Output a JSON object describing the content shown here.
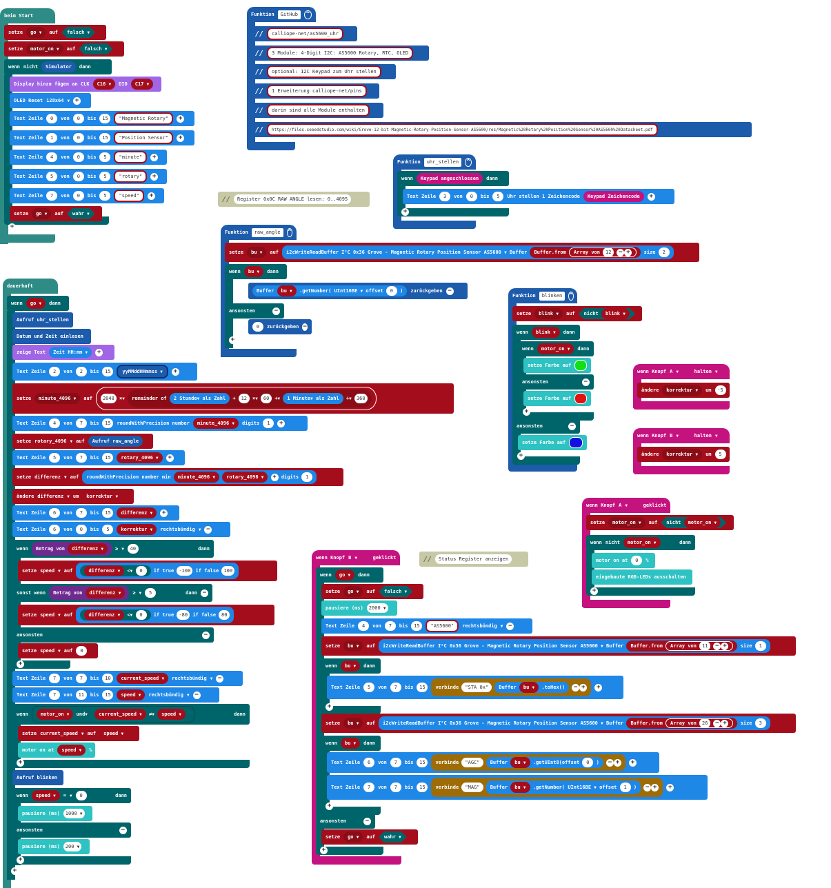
{
  "start": {
    "hat": "beim Start",
    "set_go": {
      "kw": "setze",
      "var": "go",
      "to": "auf",
      "val": "falsch"
    },
    "set_motor": {
      "kw": "setze",
      "var": "motor_on",
      "to": "auf",
      "val": "falsch"
    },
    "if_not_sim": {
      "kw": "wenn",
      "not": "nicht",
      "sim": "Simulator",
      "then": "dann"
    },
    "display": {
      "label": "Display hinzu fügen an CLK",
      "clk": "C16",
      "dio_label": "DIO",
      "dio": "C17"
    },
    "oled": {
      "label": "OLED Reset",
      "size": "128x64"
    },
    "texts": [
      {
        "row": "0",
        "from": "0",
        "to": "15",
        "text": "Magnetic Rotary"
      },
      {
        "row": "1",
        "from": "0",
        "to": "15",
        "text": "Position Sensor"
      },
      {
        "row": "4",
        "from": "0",
        "to": "5",
        "text": "minute"
      },
      {
        "row": "5",
        "from": "0",
        "to": "5",
        "text": "rotary"
      },
      {
        "row": "7",
        "from": "0",
        "to": "5",
        "text": "speed"
      }
    ],
    "set_go_true": {
      "kw": "setze",
      "var": "go",
      "to": "auf",
      "val": "wahr"
    }
  },
  "labels": {
    "text_zeile": "Text Zeile",
    "von": "von",
    "bis": "bis",
    "setze": "setze",
    "auf": "auf",
    "wenn": "wenn",
    "dann": "dann",
    "ansonsten": "ansonsten",
    "sonst_wenn": "sonst wenn",
    "rechtsbuendig": "rechtsbündig",
    "digits": "digits",
    "zurueckgeben": "zurückgeben",
    "aendere": "ändere",
    "um": "um",
    "und": "und",
    "nicht": "nicht"
  },
  "github": {
    "hat": "Funktion",
    "name": "GitHub",
    "comments": [
      "calliope-net/as5600_uhr",
      "3 Module: 4-Digit I2C: AS5600 Rotary, RTC, OLED",
      "optional: I2C Keypad zum Uhr stellen",
      "1 Erweiterung calliope-net/pins",
      "darin sind alle Module enthalten",
      "https://files.seeedstudio.com/wiki/Grove-12-bit-Magnetic-Rotary-Position-Sensor-AS5600/res/Magnetic%20Rotary%20Position%20Sensor%20AS5600%20Datasheet.pdf"
    ]
  },
  "uhr": {
    "hat": "Funktion",
    "name": "uhr_stellen",
    "cond": "Keypad angeschlossen",
    "row": "3",
    "from": "0",
    "to": "5",
    "label": "Uhr stellen 1 Zeichencode",
    "code": "Keypad Zeichencode"
  },
  "register_comment": "Register 0x0C RAW ANGLE lesen: 0..4095",
  "raw": {
    "hat": "Funktion",
    "name": "raw_angle",
    "var": "bu",
    "fn": "i2cWriteReadBuffer I²C",
    "dev": "0x36 Grove - Magnetic Rotary Position Sensor AS5600",
    "buffer": "Buffer",
    "bufferfrom": "Buffer.from",
    "array": "Array von",
    "arr_val": "12",
    "size_label": "size",
    "size": "2",
    "cond_var": "bu",
    "getnum_label": "Buffer",
    "getnum_var": "bu",
    "getnum": ".getNumber(",
    "fmt": "UInt16BE",
    "offset": "offset",
    "off": "0",
    "close": ")",
    "ret0": "0"
  },
  "blinken": {
    "hat": "Funktion",
    "name": "blinken",
    "var": "blink",
    "motor": "motor_on",
    "color_label": "setze Farbe auf",
    "green": "#12e012",
    "red": "#e01212",
    "blue": "#1212e0"
  },
  "knopf_a_halten": {
    "hat": "wenn Knopf",
    "btn": "A",
    "ev": "halten",
    "var": "korrektur",
    "val": "-5"
  },
  "knopf_b_halten": {
    "hat": "wenn Knopf",
    "btn": "B",
    "ev": "halten",
    "var": "korrektur",
    "val": "5"
  },
  "knopf_a_klick": {
    "hat": "wenn Knopf",
    "btn": "A",
    "ev": "geklickt",
    "var": "motor_on",
    "motor_label": "motor on at",
    "motor_val": "0",
    "pct": "%",
    "leds": "eingebaute RGB-LEDs ausschalten"
  },
  "status_comment": "Status Register anzeigen",
  "knopf_b_klick": {
    "hat": "wenn Knopf",
    "btn": "B",
    "ev": "geklickt",
    "go": "go",
    "pause_label": "pausiere (ms)",
    "pause_val": "2000",
    "t1": {
      "row": "4",
      "from": "7",
      "to": "15",
      "text": "AS5600"
    },
    "arr1": "11",
    "size1": "1",
    "arr2": "26",
    "size2": "3",
    "t2": {
      "row": "5",
      "from": "7",
      "to": "15",
      "join": "verbinde",
      "s": "STA 0x",
      "hex": ".toHex()"
    },
    "t3": {
      "row": "6",
      "from": "7",
      "to": "15",
      "s": "AGC",
      "get8": ".getUInt8(offset",
      "off": "0"
    },
    "t4": {
      "row": "7",
      "from": "7",
      "to": "15",
      "s": "MAG",
      "off": "1"
    },
    "wahr": "wahr",
    "falsch": "falsch"
  },
  "forever": {
    "hat": "dauerhaft",
    "go": "go",
    "call_uhr": "Aufruf uhr_stellen",
    "datum": "Datum und Zeit einlesen",
    "zeige": "zeige Text",
    "zeit": "Zeit HH:mm",
    "t_date": {
      "row": "2",
      "from": "2",
      "to": "15",
      "fmt": "yyMMddHHmmss"
    },
    "minute": {
      "var": "minute_4096",
      "n": "2048",
      "op1": "×",
      "rem": "remainder of",
      "stunde": "2 Stunde",
      "alszahl": "als Zahl",
      "n12": "12",
      "n60": "60",
      "minute1": "1 Minute",
      "n360": "360",
      "plus": "+",
      "div": "÷",
      "times": "×"
    },
    "t_min": {
      "row": "4",
      "from": "7",
      "to": "15",
      "rwp": "roundWithPrecision number",
      "var": "minute_4096",
      "dig": "1"
    },
    "rot": {
      "var": "rotary_4096",
      "call": "Aufruf raw_angle"
    },
    "t_rot": {
      "row": "5",
      "from": "7",
      "to": "15",
      "var": "rotary_4096"
    },
    "diff": {
      "var": "differenz",
      "rwp": "roundWithPrecision number",
      "min": "min",
      "a": "minute_4096",
      "b": "rotary_4096",
      "dig": "1"
    },
    "change": {
      "var": "differenz",
      "by": "korrektur"
    },
    "t_diff": {
      "row": "6",
      "from": "7",
      "to": "15",
      "var": "differenz"
    },
    "t_korr": {
      "row": "6",
      "from": "0",
      "to": "5",
      "var": "korrektur"
    },
    "if1": {
      "abs": "Betrag von",
      "var": "differenz",
      "op": "≥",
      "n": "40"
    },
    "sp1": {
      "var": "speed",
      "cond": "differenz",
      "lt": "<",
      "zero": "0",
      "iftrue": "if true",
      "t": "-100",
      "iffalse": "if false",
      "f": "100"
    },
    "if2": {
      "abs": "Betrag von",
      "var": "differenz",
      "op": "≥",
      "n": "5"
    },
    "sp2": {
      "var": "speed",
      "cond": "differenz",
      "lt": "<",
      "zero": "0",
      "iftrue": "if true",
      "t": "-80",
      "iffalse": "if false",
      "f": "80"
    },
    "sp3": {
      "var": "speed",
      "val": "0"
    },
    "t_cur": {
      "row": "7",
      "from": "7",
      "to": "10",
      "var": "current_speed"
    },
    "t_spd": {
      "row": "7",
      "from": "11",
      "to": "15",
      "var": "speed"
    },
    "if3": {
      "a": "motor_on",
      "b": "current_speed",
      "ne": "≠",
      "c": "speed"
    },
    "set_cur": {
      "var": "current_speed",
      "val": "speed"
    },
    "motor": {
      "label": "motor on at",
      "var": "speed",
      "pct": "%"
    },
    "call_blink": "Aufruf blinken",
    "if4": {
      "var": "speed",
      "eq": "=",
      "n": "0"
    },
    "p1": {
      "label": "pausiere (ms)",
      "val": "1000"
    },
    "p2": {
      "label": "pausiere (ms)",
      "val": "200"
    }
  }
}
